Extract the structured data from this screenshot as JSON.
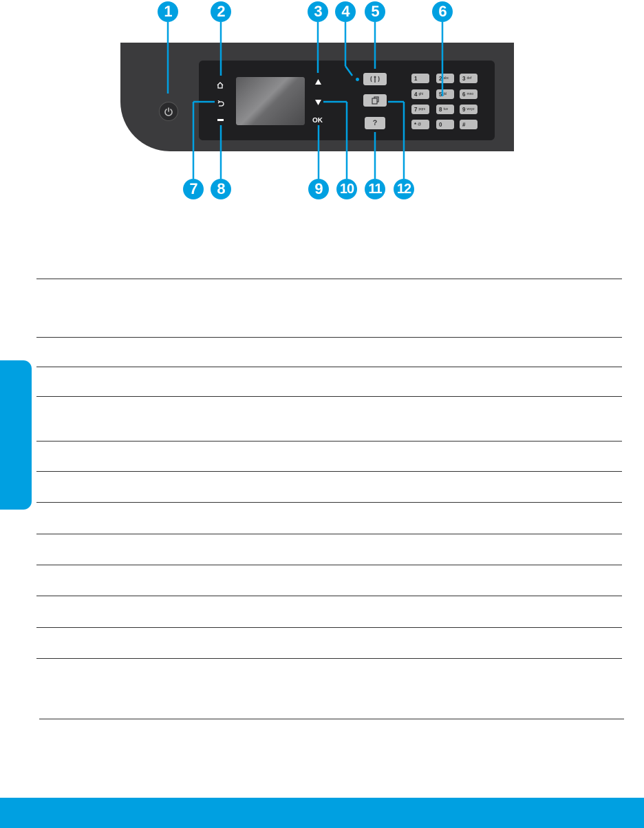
{
  "callouts": [
    "1",
    "2",
    "3",
    "4",
    "5",
    "6",
    "7",
    "8",
    "9",
    "10",
    "11",
    "12"
  ],
  "nav_labels": {
    "ok": "OK",
    "help": "?"
  },
  "keypad": [
    {
      "digit": "1",
      "letters": ""
    },
    {
      "digit": "2",
      "letters": "abc"
    },
    {
      "digit": "3",
      "letters": "def"
    },
    {
      "digit": "4",
      "letters": "ghi"
    },
    {
      "digit": "5",
      "letters": "jkl"
    },
    {
      "digit": "6",
      "letters": "mno"
    },
    {
      "digit": "7",
      "letters": "pqrs"
    },
    {
      "digit": "8",
      "letters": "tuv"
    },
    {
      "digit": "9",
      "letters": "wxyz"
    },
    {
      "digit": "*",
      "letters": "@"
    },
    {
      "digit": "0",
      "letters": ""
    },
    {
      "digit": "#",
      "letters": ""
    }
  ],
  "icons": {
    "power": "power-icon",
    "home": "home-icon",
    "back": "back-arrow-icon",
    "up": "up-arrow-icon",
    "down": "down-arrow-icon",
    "wireless": "wireless-icon",
    "eprint": "eprint-icon",
    "help": "help-icon"
  },
  "colors": {
    "accent": "#00a0e1",
    "panel": "#3b3b3d",
    "inset": "#1f1f21"
  }
}
